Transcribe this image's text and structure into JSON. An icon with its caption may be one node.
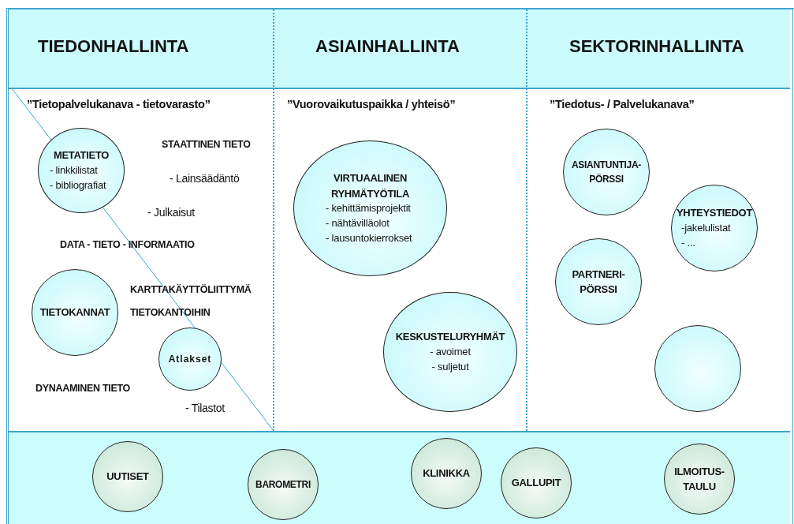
{
  "diagram": {
    "nodes": [
      {
        "text": [
          "METATIETO",
          "- linkkilistat",
          "- bibliografiat"
        ]
      },
      {
        "text": [
          "TIETOKANNAT"
        ]
      },
      {
        "text": [
          "Atlakset"
        ]
      },
      {
        "text": [
          "VIRTUAALINEN RYHMÄTYÖTILA",
          "- kehittämisprojektit",
          "- nähtävilläolot",
          "- lausuntokierrokset"
        ]
      },
      {
        "text": [
          "KESKUSTELURYHMÄT",
          "- avoimet",
          "- suljetut"
        ]
      },
      {
        "text": [
          "ASIANTUNTIJA- PÖRSSI"
        ]
      },
      {
        "text": [
          "YHTEYSTIEDOT",
          "-jakelulistat",
          "- ..."
        ]
      },
      {
        "text": [
          "PARTNERI- PÖRSSI"
        ]
      },
      {
        "text": [],
        "shape": "circle"
      },
      {
        "text": [
          "UUTISET"
        ]
      },
      {
        "text": [
          "BAROMETRI"
        ]
      },
      {
        "text": [
          "KLINIKKA"
        ]
      },
      {
        "text": [
          "GALLUPIT"
        ]
      },
      {
        "text": [
          "ILMOITUS- TAULU"
        ]
      }
    ],
    "labels": [
      "TIEDONHALLINTA",
      "ASIAINHALLINTA",
      "SEKTORINHALLINTA",
      "”Tietopalvelukanava - tietovarasto”",
      "”Vuorovaikutuspaikka / yhteisö”",
      "”Tiedotus- / Palvelukanava”",
      "STAATTINEN TIETO",
      "- Lainsäädäntö",
      "- Julkaisut",
      "DATA - TIETO - INFORMAATIO",
      "KARTTAKÄYTTÖLIITTYMÄ",
      "TIETOKANTOIHIN",
      "DYNAAMINEN TIETO",
      "- Tilastot"
    ]
  }
}
